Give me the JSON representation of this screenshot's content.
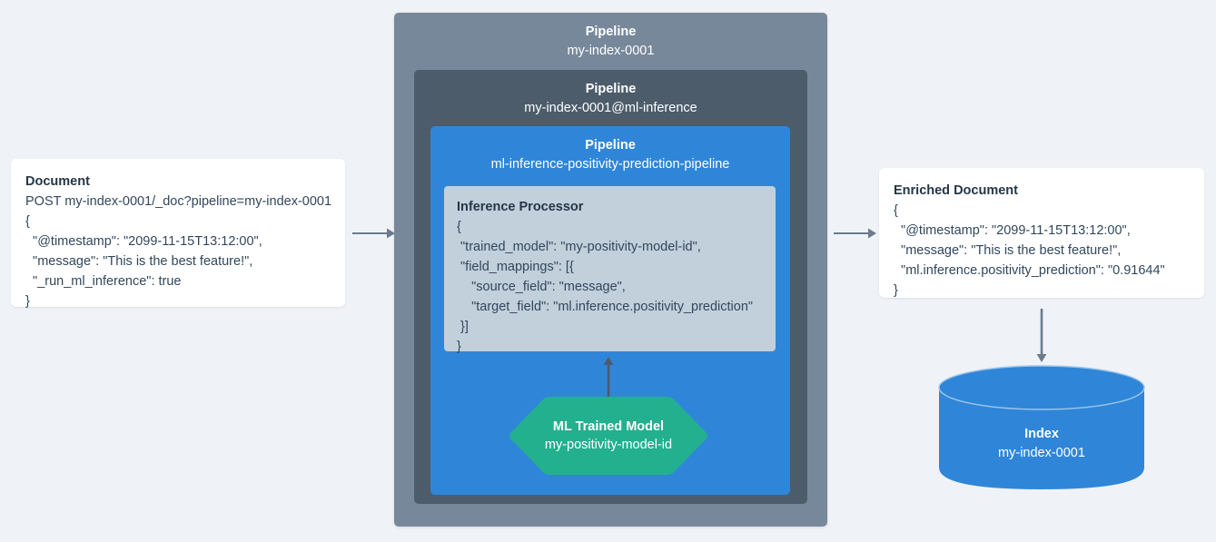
{
  "palette": {
    "background": "#eff2f7",
    "panel_outer": "#77889b",
    "panel_mid": "#4c5c6b",
    "panel_inner": "#2f86d8",
    "processor_card": "#c2d0dc",
    "model_green": "#23b08f",
    "index_blue": "#2f86d8",
    "arrow_gray": "#6b7b8c",
    "card_white": "#ffffff",
    "text_dark": "#32475c"
  },
  "document_card": {
    "title": "Document",
    "lines": [
      "POST my-index-0001/_doc?pipeline=my-index-0001",
      "{",
      "  \"@timestamp\": \"2099-11-15T13:12:00\",",
      "  \"message\": \"This is the best feature!\",",
      "  \"_run_ml_inference\": true",
      "}"
    ]
  },
  "pipeline_outer": {
    "title": "Pipeline",
    "subtitle": "my-index-0001"
  },
  "pipeline_mid": {
    "title": "Pipeline",
    "subtitle": "my-index-0001@ml-inference"
  },
  "pipeline_inner": {
    "title": "Pipeline",
    "subtitle": "ml-inference-positivity-prediction-pipeline"
  },
  "inference_processor": {
    "title": "Inference Processor",
    "lines": [
      "{",
      " \"trained_model\": \"my-positivity-model-id\",",
      " \"field_mappings\": [{",
      "    \"source_field\": \"message\",",
      "    \"target_field\": \"ml.inference.positivity_prediction\"",
      " }]",
      "}"
    ]
  },
  "ml_trained_model": {
    "title": "ML Trained Model",
    "subtitle": "my-positivity-model-id"
  },
  "enriched_document_card": {
    "title": "Enriched Document",
    "lines": [
      "{",
      "  \"@timestamp\": \"2099-11-15T13:12:00\",",
      "  \"message\": \"This is the best feature!\",",
      "  \"ml.inference.positivity_prediction\": \"0.91644\"",
      "}"
    ]
  },
  "index": {
    "title": "Index",
    "subtitle": "my-index-0001"
  },
  "arrows": {
    "doc_to_pipeline": "arrow-right",
    "pipeline_to_enriched": "arrow-right",
    "model_to_processor": "arrow-up",
    "enriched_to_index": "arrow-down"
  }
}
